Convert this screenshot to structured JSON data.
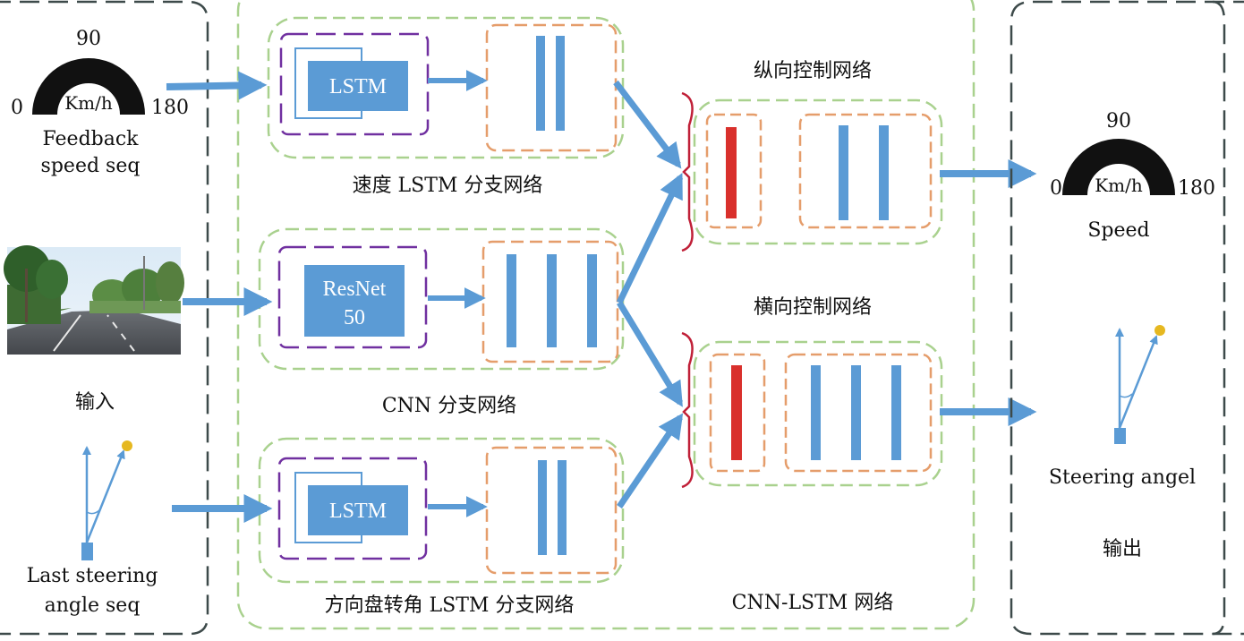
{
  "input": {
    "speed_gauge": {
      "top": "90",
      "left": "0",
      "right": "180",
      "unit": "Km/h"
    },
    "feedback_line1": "Feedback",
    "feedback_line2": "speed seq",
    "caption": "输入",
    "steer_line1": "Last steering",
    "steer_line2": "angle seq"
  },
  "branches": {
    "speed_lstm_label": "LSTM",
    "speed_caption": "速度 LSTM 分支网络",
    "resnet_line1": "ResNet",
    "resnet_line2": "50",
    "cnn_caption": "CNN 分支网络",
    "steer_lstm_label": "LSTM",
    "steer_caption": "方向盘转角 LSTM 分支网络"
  },
  "control": {
    "longitudinal_title": "纵向控制网络",
    "lateral_title": "横向控制网络",
    "network_caption": "CNN-LSTM 网络"
  },
  "output": {
    "speed_gauge": {
      "top": "90",
      "left": "0",
      "right": "180",
      "unit": "Km/h"
    },
    "speed_label": "Speed",
    "steer_label": "Steering angel",
    "caption": "输出"
  },
  "colors": {
    "blue": "#5b9bd5",
    "red": "#d9302c",
    "green_dash": "#a9d18e",
    "purple_dash": "#7030a0",
    "orange_dash": "#e59d6b",
    "dark_dash": "#3d4a4a",
    "road_sky": "#cfe3f2"
  }
}
